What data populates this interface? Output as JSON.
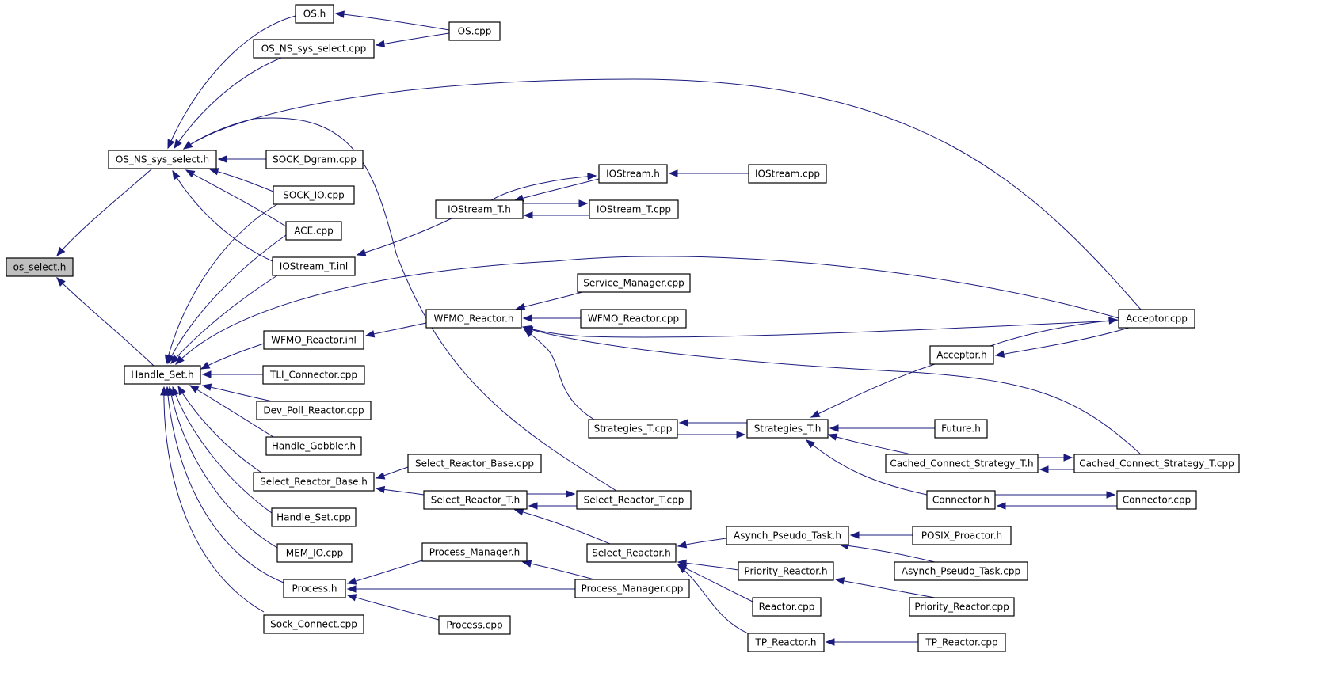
{
  "graph": {
    "title": "",
    "colors": {
      "edge": "#1b1b7d",
      "default_fill": "#ffffff",
      "default_border": "#000000",
      "root_fill": "#bfbfbf",
      "truncated_border": "#ff0000"
    },
    "nodes": [
      {
        "id": "os_select_h",
        "label": "os_select.h",
        "kind": "root"
      },
      {
        "id": "OS_NS_sys_select_h",
        "label": "OS_NS_sys_select.h",
        "kind": "normal"
      },
      {
        "id": "Handle_Set_h",
        "label": "Handle_Set.h",
        "kind": "normal"
      },
      {
        "id": "OS_h",
        "label": "OS.h",
        "kind": "normal"
      },
      {
        "id": "OS_cpp",
        "label": "OS.cpp",
        "kind": "normal"
      },
      {
        "id": "OS_NS_sys_select_cpp",
        "label": "OS_NS_sys_select.cpp",
        "kind": "normal"
      },
      {
        "id": "SOCK_Dgram_cpp",
        "label": "SOCK_Dgram.cpp",
        "kind": "normal"
      },
      {
        "id": "SOCK_IO_cpp",
        "label": "SOCK_IO.cpp",
        "kind": "normal"
      },
      {
        "id": "ACE_cpp",
        "label": "ACE.cpp",
        "kind": "normal"
      },
      {
        "id": "IOStream_T_inl",
        "label": "IOStream_T.inl",
        "kind": "normal"
      },
      {
        "id": "IOStream_T_h",
        "label": "IOStream_T.h",
        "kind": "normal"
      },
      {
        "id": "IOStream_h",
        "label": "IOStream.h",
        "kind": "normal"
      },
      {
        "id": "IOStream_cpp",
        "label": "IOStream.cpp",
        "kind": "normal"
      },
      {
        "id": "IOStream_T_cpp",
        "label": "IOStream_T.cpp",
        "kind": "normal"
      },
      {
        "id": "Service_Manager_cpp",
        "label": "Service_Manager.cpp",
        "kind": "normal"
      },
      {
        "id": "WFMO_Reactor_h",
        "label": "WFMO_Reactor.h",
        "kind": "normal"
      },
      {
        "id": "WFMO_Reactor_cpp",
        "label": "WFMO_Reactor.cpp",
        "kind": "normal"
      },
      {
        "id": "WFMO_Reactor_inl",
        "label": "WFMO_Reactor.inl",
        "kind": "normal"
      },
      {
        "id": "Acceptor_cpp",
        "label": "Acceptor.cpp",
        "kind": "normal"
      },
      {
        "id": "Acceptor_h",
        "label": "Acceptor.h",
        "kind": "normal"
      },
      {
        "id": "TLI_Connector_cpp",
        "label": "TLI_Connector.cpp",
        "kind": "normal"
      },
      {
        "id": "Dev_Poll_Reactor_cpp",
        "label": "Dev_Poll_Reactor.cpp",
        "kind": "normal"
      },
      {
        "id": "Handle_Gobbler_h",
        "label": "Handle_Gobbler.h",
        "kind": "normal"
      },
      {
        "id": "Strategies_T_cpp",
        "label": "Strategies_T.cpp",
        "kind": "normal"
      },
      {
        "id": "Strategies_T_h",
        "label": "Strategies_T.h",
        "kind": "normal"
      },
      {
        "id": "Future_h",
        "label": "Future.h",
        "kind": "truncated"
      },
      {
        "id": "Select_Reactor_Base_cpp",
        "label": "Select_Reactor_Base.cpp",
        "kind": "normal"
      },
      {
        "id": "Select_Reactor_Base_h",
        "label": "Select_Reactor_Base.h",
        "kind": "normal"
      },
      {
        "id": "Cached_Connect_Strategy_T_h",
        "label": "Cached_Connect_Strategy_T.h",
        "kind": "normal"
      },
      {
        "id": "Cached_Connect_Strategy_T_cpp",
        "label": "Cached_Connect_Strategy_T.cpp",
        "kind": "normal"
      },
      {
        "id": "Select_Reactor_T_h",
        "label": "Select_Reactor_T.h",
        "kind": "normal"
      },
      {
        "id": "Select_Reactor_T_cpp",
        "label": "Select_Reactor_T.cpp",
        "kind": "normal"
      },
      {
        "id": "Connector_h",
        "label": "Connector.h",
        "kind": "normal"
      },
      {
        "id": "Connector_cpp",
        "label": "Connector.cpp",
        "kind": "normal"
      },
      {
        "id": "Handle_Set_cpp",
        "label": "Handle_Set.cpp",
        "kind": "normal"
      },
      {
        "id": "Asynch_Pseudo_Task_h",
        "label": "Asynch_Pseudo_Task.h",
        "kind": "normal"
      },
      {
        "id": "POSIX_Proactor_h",
        "label": "POSIX_Proactor.h",
        "kind": "truncated"
      },
      {
        "id": "Process_Manager_h",
        "label": "Process_Manager.h",
        "kind": "normal"
      },
      {
        "id": "MEM_IO_cpp",
        "label": "MEM_IO.cpp",
        "kind": "normal"
      },
      {
        "id": "Select_Reactor_h",
        "label": "Select_Reactor.h",
        "kind": "normal"
      },
      {
        "id": "Asynch_Pseudo_Task_cpp",
        "label": "Asynch_Pseudo_Task.cpp",
        "kind": "normal"
      },
      {
        "id": "Priority_Reactor_h",
        "label": "Priority_Reactor.h",
        "kind": "normal"
      },
      {
        "id": "Process_h",
        "label": "Process.h",
        "kind": "normal"
      },
      {
        "id": "Process_Manager_cpp",
        "label": "Process_Manager.cpp",
        "kind": "normal"
      },
      {
        "id": "Priority_Reactor_cpp",
        "label": "Priority_Reactor.cpp",
        "kind": "normal"
      },
      {
        "id": "Reactor_cpp",
        "label": "Reactor.cpp",
        "kind": "normal"
      },
      {
        "id": "Sock_Connect_cpp",
        "label": "Sock_Connect.cpp",
        "kind": "normal"
      },
      {
        "id": "Process_cpp",
        "label": "Process.cpp",
        "kind": "normal"
      },
      {
        "id": "TP_Reactor_h",
        "label": "TP_Reactor.h",
        "kind": "normal"
      },
      {
        "id": "TP_Reactor_cpp",
        "label": "TP_Reactor.cpp",
        "kind": "normal"
      }
    ],
    "edges": [
      {
        "from": "OS_NS_sys_select_h",
        "to": "os_select_h"
      },
      {
        "from": "Handle_Set_h",
        "to": "os_select_h"
      },
      {
        "from": "OS_cpp",
        "to": "OS_h"
      },
      {
        "from": "OS_cpp",
        "to": "OS_NS_sys_select_cpp"
      },
      {
        "from": "OS_h",
        "to": "OS_NS_sys_select_h"
      },
      {
        "from": "OS_NS_sys_select_cpp",
        "to": "OS_NS_sys_select_h"
      },
      {
        "from": "Acceptor_cpp",
        "to": "OS_NS_sys_select_h"
      },
      {
        "from": "Select_Reactor_T_cpp",
        "to": "OS_NS_sys_select_h"
      },
      {
        "from": "SOCK_Dgram_cpp",
        "to": "OS_NS_sys_select_h"
      },
      {
        "from": "SOCK_IO_cpp",
        "to": "OS_NS_sys_select_h"
      },
      {
        "from": "ACE_cpp",
        "to": "OS_NS_sys_select_h"
      },
      {
        "from": "IOStream_T_inl",
        "to": "OS_NS_sys_select_h"
      },
      {
        "from": "SOCK_IO_cpp",
        "to": "Handle_Set_h"
      },
      {
        "from": "ACE_cpp",
        "to": "Handle_Set_h"
      },
      {
        "from": "IOStream_T_inl",
        "to": "Handle_Set_h"
      },
      {
        "from": "Acceptor_cpp",
        "to": "Handle_Set_h"
      },
      {
        "from": "WFMO_Reactor_inl",
        "to": "Handle_Set_h"
      },
      {
        "from": "TLI_Connector_cpp",
        "to": "Handle_Set_h"
      },
      {
        "from": "Dev_Poll_Reactor_cpp",
        "to": "Handle_Set_h"
      },
      {
        "from": "Handle_Gobbler_h",
        "to": "Handle_Set_h"
      },
      {
        "from": "Select_Reactor_Base_h",
        "to": "Handle_Set_h"
      },
      {
        "from": "Handle_Set_cpp",
        "to": "Handle_Set_h"
      },
      {
        "from": "MEM_IO_cpp",
        "to": "Handle_Set_h"
      },
      {
        "from": "Process_h",
        "to": "Handle_Set_h"
      },
      {
        "from": "Sock_Connect_cpp",
        "to": "Handle_Set_h"
      },
      {
        "from": "IOStream_T_h",
        "to": "IOStream_T_inl"
      },
      {
        "from": "IOStream_h",
        "to": "IOStream_T_h"
      },
      {
        "from": "IOStream_T_cpp",
        "to": "IOStream_T_h"
      },
      {
        "from": "IOStream_T_h",
        "to": "IOStream_T_cpp"
      },
      {
        "from": "IOStream_cpp",
        "to": "IOStream_h"
      },
      {
        "from": "IOStream_T_cpp",
        "to": "IOStream_h"
      },
      {
        "from": "WFMO_Reactor_h",
        "to": "WFMO_Reactor_inl"
      },
      {
        "from": "Service_Manager_cpp",
        "to": "WFMO_Reactor_h"
      },
      {
        "from": "WFMO_Reactor_cpp",
        "to": "WFMO_Reactor_h"
      },
      {
        "from": "Acceptor_cpp",
        "to": "WFMO_Reactor_h"
      },
      {
        "from": "Strategies_T_cpp",
        "to": "WFMO_Reactor_h"
      },
      {
        "from": "Cached_Connect_Strategy_T_cpp",
        "to": "WFMO_Reactor_h"
      },
      {
        "from": "Acceptor_h",
        "to": "Acceptor_cpp"
      },
      {
        "from": "Acceptor_cpp",
        "to": "Acceptor_h"
      },
      {
        "from": "Acceptor_h",
        "to": "Strategies_T_h"
      },
      {
        "from": "Strategies_T_h",
        "to": "Strategies_T_cpp"
      },
      {
        "from": "Strategies_T_cpp",
        "to": "Strategies_T_h"
      },
      {
        "from": "Future_h",
        "to": "Strategies_T_h"
      },
      {
        "from": "Cached_Connect_Strategy_T_h",
        "to": "Strategies_T_h"
      },
      {
        "from": "Connector_h",
        "to": "Strategies_T_h"
      },
      {
        "from": "Cached_Connect_Strategy_T_h",
        "to": "Cached_Connect_Strategy_T_cpp"
      },
      {
        "from": "Cached_Connect_Strategy_T_cpp",
        "to": "Cached_Connect_Strategy_T_h"
      },
      {
        "from": "Connector_h",
        "to": "Connector_cpp"
      },
      {
        "from": "Connector_cpp",
        "to": "Connector_h"
      },
      {
        "from": "Select_Reactor_Base_cpp",
        "to": "Select_Reactor_Base_h"
      },
      {
        "from": "Select_Reactor_T_h",
        "to": "Select_Reactor_Base_h"
      },
      {
        "from": "Select_Reactor_T_h",
        "to": "Select_Reactor_T_cpp"
      },
      {
        "from": "Select_Reactor_T_cpp",
        "to": "Select_Reactor_T_h"
      },
      {
        "from": "Select_Reactor_h",
        "to": "Select_Reactor_T_h"
      },
      {
        "from": "Asynch_Pseudo_Task_h",
        "to": "Select_Reactor_h"
      },
      {
        "from": "Priority_Reactor_h",
        "to": "Select_Reactor_h"
      },
      {
        "from": "Reactor_cpp",
        "to": "Select_Reactor_h"
      },
      {
        "from": "TP_Reactor_h",
        "to": "Select_Reactor_h"
      },
      {
        "from": "POSIX_Proactor_h",
        "to": "Asynch_Pseudo_Task_h"
      },
      {
        "from": "Asynch_Pseudo_Task_cpp",
        "to": "Asynch_Pseudo_Task_h"
      },
      {
        "from": "Priority_Reactor_cpp",
        "to": "Priority_Reactor_h"
      },
      {
        "from": "TP_Reactor_cpp",
        "to": "TP_Reactor_h"
      },
      {
        "from": "Process_Manager_h",
        "to": "Process_h"
      },
      {
        "from": "Process_Manager_cpp",
        "to": "Process_h"
      },
      {
        "from": "Process_cpp",
        "to": "Process_h"
      },
      {
        "from": "Process_Manager_cpp",
        "to": "Process_Manager_h"
      }
    ]
  }
}
